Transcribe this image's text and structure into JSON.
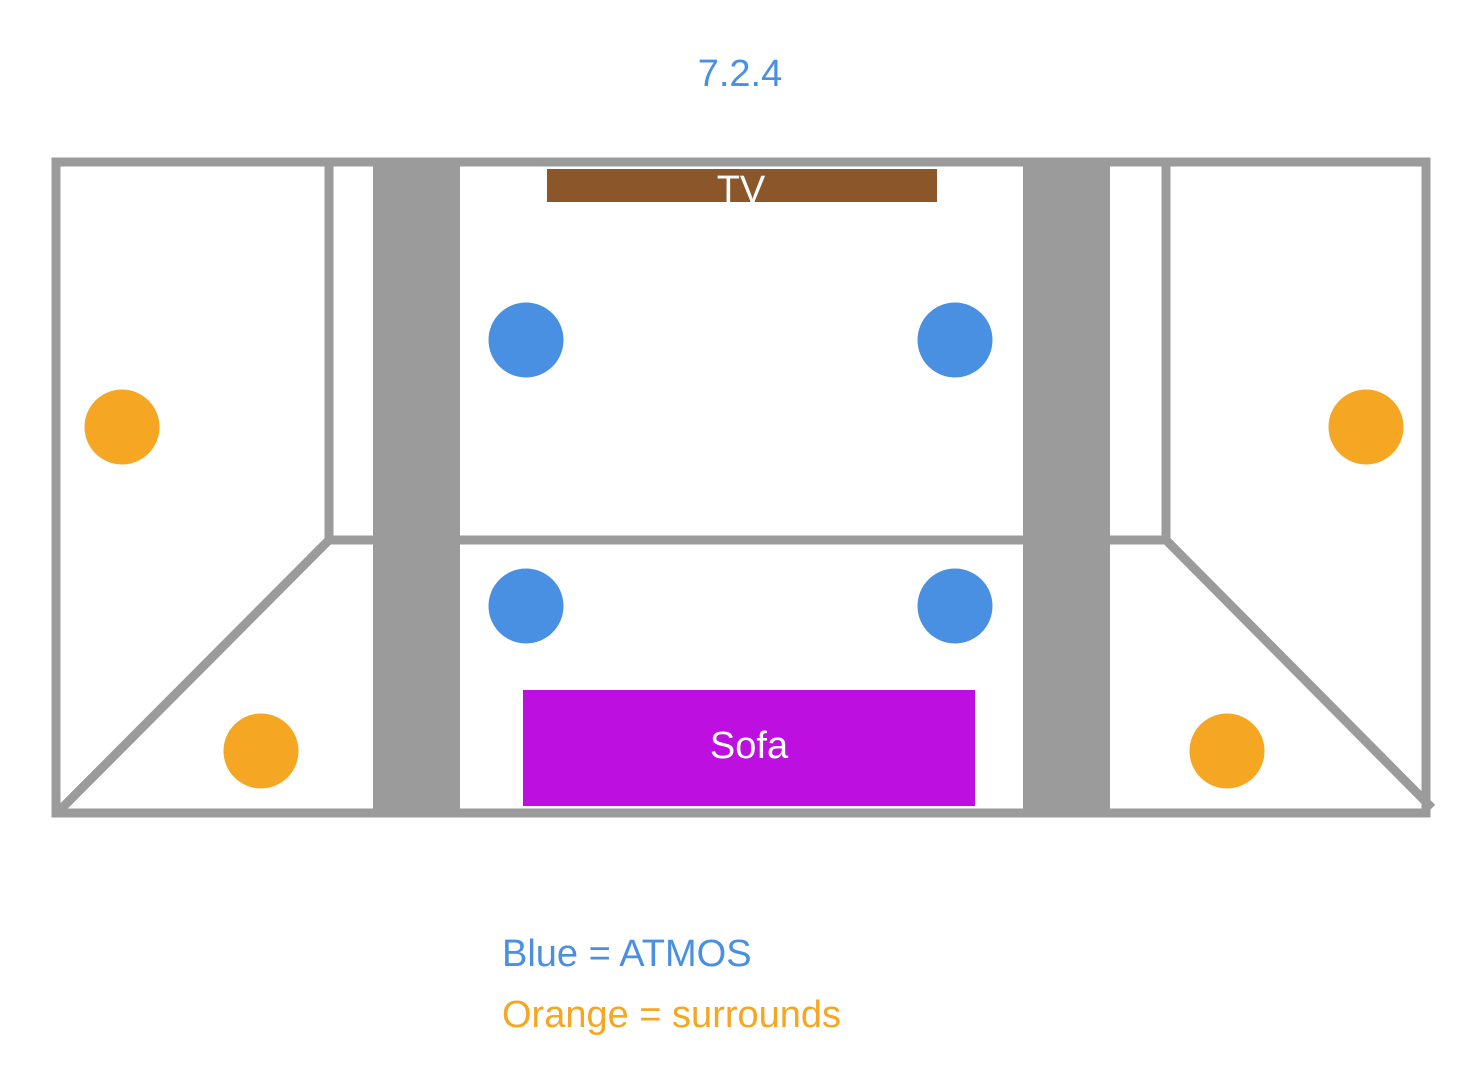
{
  "title": "7.2.4",
  "tv_label": "TV",
  "sofa_label": "Sofa",
  "legend": [
    {
      "text": "Blue = ATMOS",
      "color": "#4A90E2"
    },
    {
      "text": "Orange = surrounds",
      "color": "#F5A623"
    }
  ],
  "colors": {
    "atmos": "#4A90E2",
    "surround": "#F5A623",
    "tv": "#8B572A",
    "sofa": "#BD10E0",
    "wall": "#9B9B9B",
    "title": "#4A90E2",
    "label_on_fill": "#FFFFFF"
  },
  "speakers": {
    "atmos_count": 4,
    "surround_count": 4
  }
}
